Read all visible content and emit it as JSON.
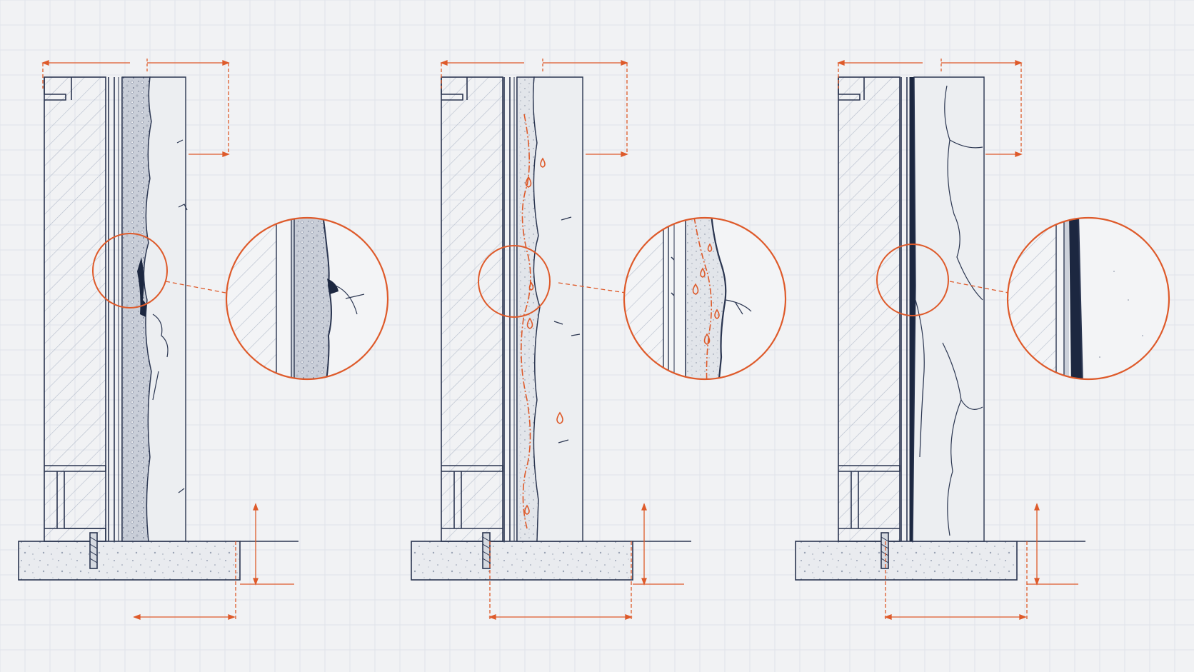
{
  "colors": {
    "background": "#f1f2f4",
    "grid": "#dfe3ea",
    "ink": "#2a3550",
    "accent": "#de5a2a",
    "hatch": "#b4bccb",
    "concrete": "#e6e8ec",
    "dark_fill": "#1c2740"
  },
  "panels": [
    {
      "id": "panel-1",
      "variant": "cracked-render"
    },
    {
      "id": "panel-2",
      "variant": "moisture-ingress"
    },
    {
      "id": "panel-3",
      "variant": "sealed-cavity"
    }
  ],
  "icons": [
    "water-droplet-icon",
    "crack-mark-icon",
    "anchor-bolt-icon"
  ]
}
